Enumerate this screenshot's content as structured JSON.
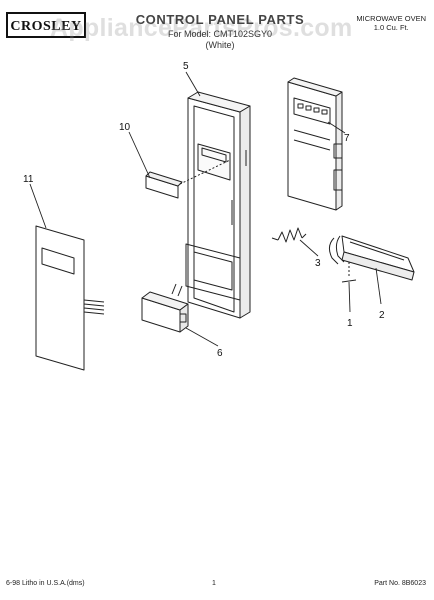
{
  "header": {
    "brand": "CROSLEY",
    "watermark": "AppliancePartsPros.com",
    "title": "CONTROL PANEL PARTS",
    "model_line": "For Model: CMT102SGY0",
    "variant": "(White)",
    "product_line1": "MICROWAVE OVEN",
    "product_line2": "1.0 Cu. Ft."
  },
  "callouts": {
    "c1": "1",
    "c2": "2",
    "c3": "3",
    "c5": "5",
    "c6": "6",
    "c7": "7",
    "c10": "10",
    "c11": "11"
  },
  "footer": {
    "left": "6-98 Litho in U.S.A.(dms)",
    "center": "1",
    "right": "Part No. 8B6023"
  }
}
